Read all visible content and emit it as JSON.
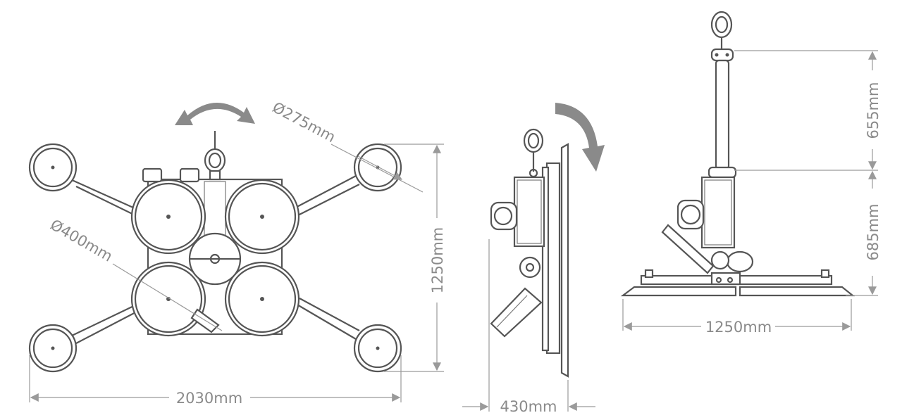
{
  "dimensions": {
    "top_view_width": "2030mm",
    "top_view_height": "1250mm",
    "small_pad_diameter": "Ø275mm",
    "large_pad_diameter": "Ø400mm",
    "side_view_depth": "430mm",
    "front_view_width": "1250mm",
    "front_view_upper_height": "655mm",
    "front_view_lower_height": "685mm"
  },
  "colors": {
    "outline": "#555555",
    "dimension": "#8a8a8a",
    "rotation_arrow": "#8a8a8a"
  }
}
